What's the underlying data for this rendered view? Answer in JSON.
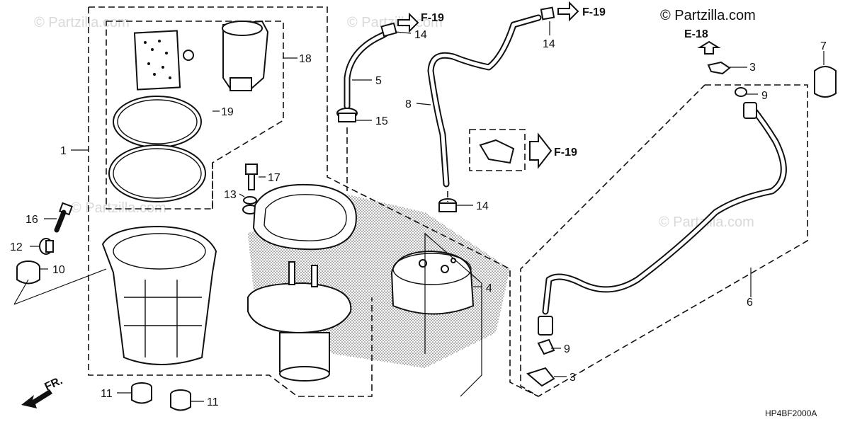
{
  "watermarks": {
    "main": "© Partzilla.com",
    "faint": "© Partzilla.com"
  },
  "diagram_code": "HP4BF2000A",
  "front_marker": "FR.",
  "references": {
    "f19_top_left": "F-19",
    "f19_top_right": "F-19",
    "f19_mid": "F-19",
    "e18": "E-18"
  },
  "callouts": {
    "c1": "1",
    "c3a": "3",
    "c3b": "3",
    "c4": "4",
    "c5": "5",
    "c6": "6",
    "c7": "7",
    "c8": "8",
    "c9a": "9",
    "c9b": "9",
    "c10": "10",
    "c11a": "11",
    "c11b": "11",
    "c12": "12",
    "c13": "13",
    "c14a": "14",
    "c14b": "14",
    "c14c": "14",
    "c15": "15",
    "c16": "16",
    "c17": "17",
    "c18": "18",
    "c19": "19"
  },
  "colors": {
    "line": "#111111",
    "background": "#ffffff",
    "watermark": "#d9d9d9"
  }
}
